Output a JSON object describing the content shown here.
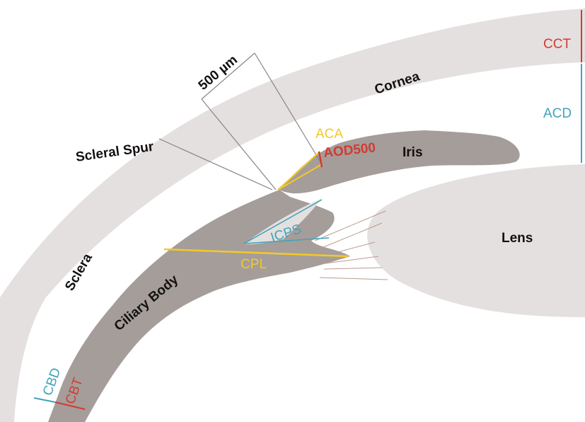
{
  "diagram": {
    "labels": {
      "cct": "CCT",
      "acd": "ACD",
      "cornea": "Cornea",
      "um500": "500 µm",
      "scleral_spur": "Scleral Spur",
      "aca": "ACA",
      "aod500": "AOD500",
      "iris": "Iris",
      "lens": "Lens",
      "icps": "ICPS",
      "cpl": "CPL",
      "sclera": "Sclera",
      "ciliary_body": "Ciliary Body",
      "cbd": "CBD",
      "cbt": "CBT"
    },
    "colors": {
      "sclera_fill": "#e4e0df",
      "tissue_fill": "#a59d9a",
      "lens_fill": "#e4e0df",
      "red": "#d23b33",
      "blue": "#3fa3b9",
      "yellow": "#f3c928",
      "pointer": "#8a8482",
      "zonule": "#b99c8f"
    }
  }
}
